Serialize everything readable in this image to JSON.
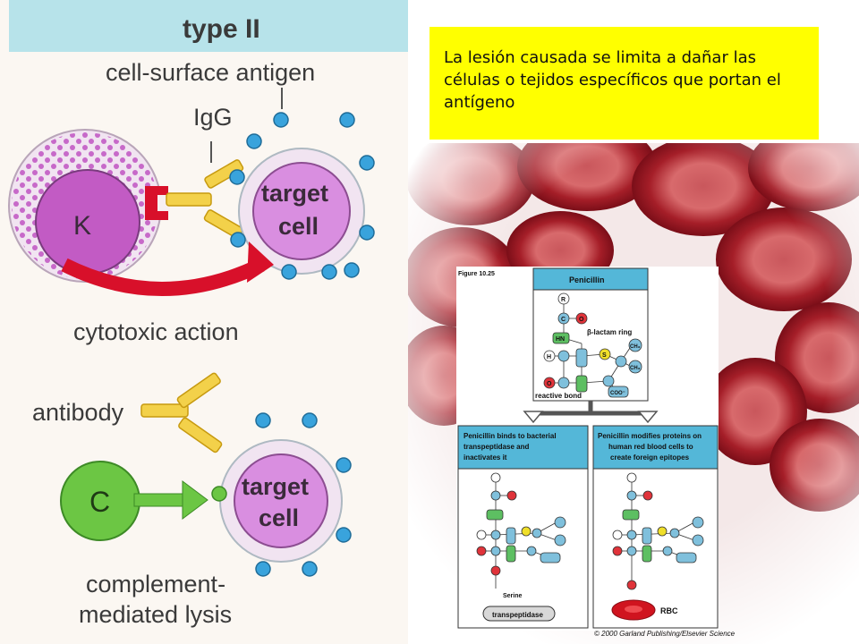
{
  "left_diagram": {
    "header": "type II",
    "labels": {
      "cell_surface_antigen": "cell-surface antigen",
      "igg": "IgG",
      "cytotoxic_action": "cytotoxic action",
      "antibody": "antibody",
      "complement_line1": "complement-",
      "complement_line2": "mediated lysis"
    },
    "cells": {
      "killer": "K",
      "complement": "C",
      "target_line1": "target",
      "target_line2": "cell"
    },
    "colors": {
      "header_bg": "#b7e3ea",
      "k_cell": "#c25bc4",
      "target_cell": "#d98ee0",
      "antigen": "#39a3dc",
      "antibody": "#f3d14a",
      "arrow_red": "#d8102a",
      "complement_green": "#6cc644"
    }
  },
  "caption": {
    "text": "La lesión causada se limita a dañar las células o tejidos específicos que portan el antígeno"
  },
  "penicillin_figure": {
    "figure_label": "Figure 10.25",
    "title": "Penicillin",
    "ring_label": "β-lactam ring",
    "reactive_bond": "reactive bond",
    "left_box": {
      "caption": "Penicillin binds to bacterial transpeptidase and inactivates it",
      "caption_lines": [
        "Penicillin binds to bacterial",
        "transpeptidase and",
        "inactivates it"
      ],
      "serine": "Serine",
      "enzyme": "transpeptidase"
    },
    "right_box": {
      "caption": "Penicillin modifies proteins on human red blood cells to create foreign epitopes",
      "caption_lines": [
        "Penicillin modifies proteins on",
        "human red blood cells to",
        "create foreign epitopes"
      ],
      "rbc": "RBC"
    },
    "atoms": {
      "r": "R",
      "c": "C",
      "o": "O",
      "hn": "HN",
      "h": "H",
      "n": "N",
      "s": "S",
      "ch3": "CH₃",
      "coo": "COO⁻"
    },
    "credit": "© 2000 Garland Publishing/Elsevier Science",
    "colors": {
      "header_bg": "#54b7d8",
      "carbon": "#7fc0dc",
      "oxygen": "#e0333a",
      "nitrogen": "#5dbf62",
      "sulfur": "#f0df2a"
    }
  }
}
